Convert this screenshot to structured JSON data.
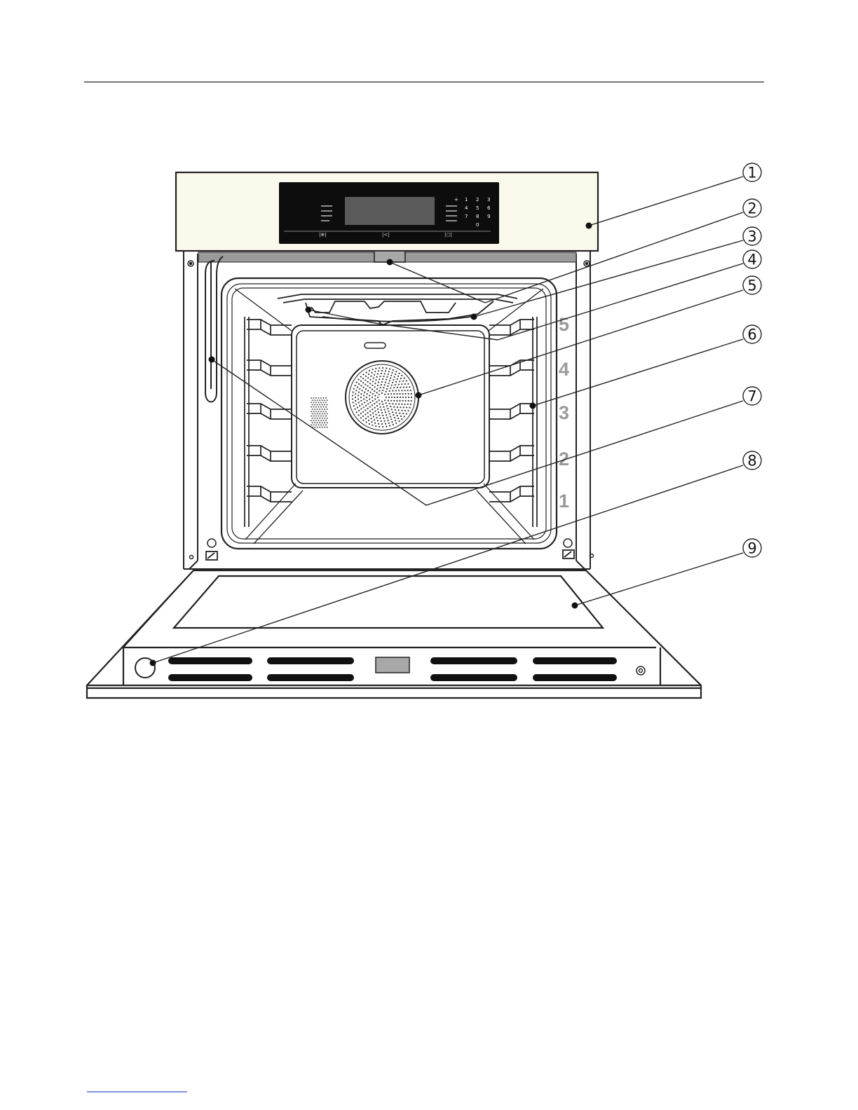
{
  "diagram": {
    "callouts": [
      "1",
      "2",
      "3",
      "4",
      "5",
      "6",
      "7",
      "8",
      "9"
    ],
    "shelf_levels": [
      "5",
      "4",
      "3",
      "2",
      "1"
    ],
    "keypad": [
      "+",
      "1",
      "2",
      "3",
      "4",
      "5",
      "6",
      "7",
      "8",
      "9",
      "0"
    ],
    "control_buttons": [
      "|⊕|",
      "|<|",
      "|○|"
    ]
  }
}
